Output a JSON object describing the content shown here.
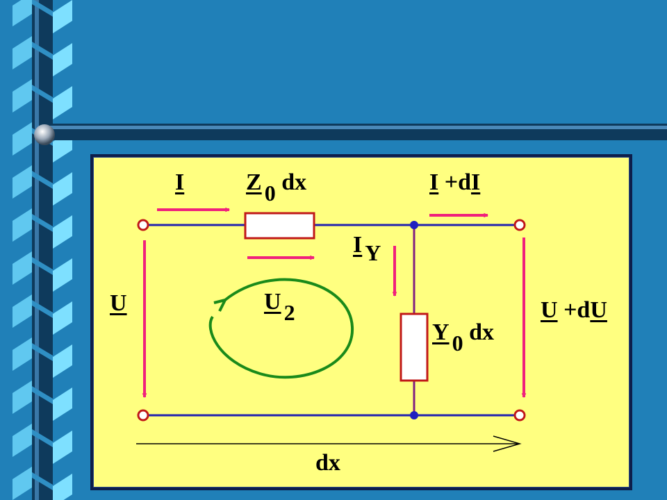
{
  "colors": {
    "background": "#2080b8",
    "panel": "#ffff80",
    "wire": "#2020b0",
    "arrow": "#f0207c",
    "loop": "#1a8a1a",
    "component": "#c01818"
  },
  "labels": {
    "current_in": "I",
    "impedance_main": "Z",
    "impedance_sub": "0",
    "impedance_suffix": "dx",
    "current_out_main": "I",
    "current_out_mid": "+d",
    "current_out_end": "I",
    "branch_current_main": "I",
    "branch_current_sub": "Y",
    "voltage_in": "U",
    "voltage_drop_main": "U",
    "voltage_drop_sub": "2",
    "admittance_main": "Y",
    "admittance_sub": "0",
    "admittance_suffix": "dx",
    "voltage_out_main": "U",
    "voltage_out_mid": "+d",
    "voltage_out_end": "U",
    "length": "dx"
  }
}
